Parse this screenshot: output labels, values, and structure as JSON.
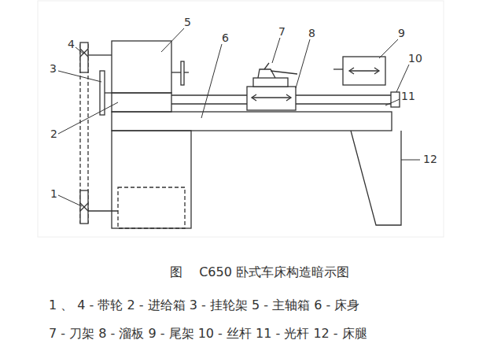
{
  "diagram": {
    "caption": "图　 C650 卧式车床构造暗示图",
    "labels": [
      "1",
      "2",
      "3",
      "4",
      "5",
      "6",
      "7",
      "8",
      "9",
      "10",
      "11",
      "12",
      "1 、 4 - 带轮 2 - 进给箱 3 - 挂轮架 5 - 主轴箱 6 - 床身",
      "7 - 刀架 8 - 溜板 9 - 尾架 10 - 丝杆 11 - 光杆 12 - 床腿"
    ]
  }
}
